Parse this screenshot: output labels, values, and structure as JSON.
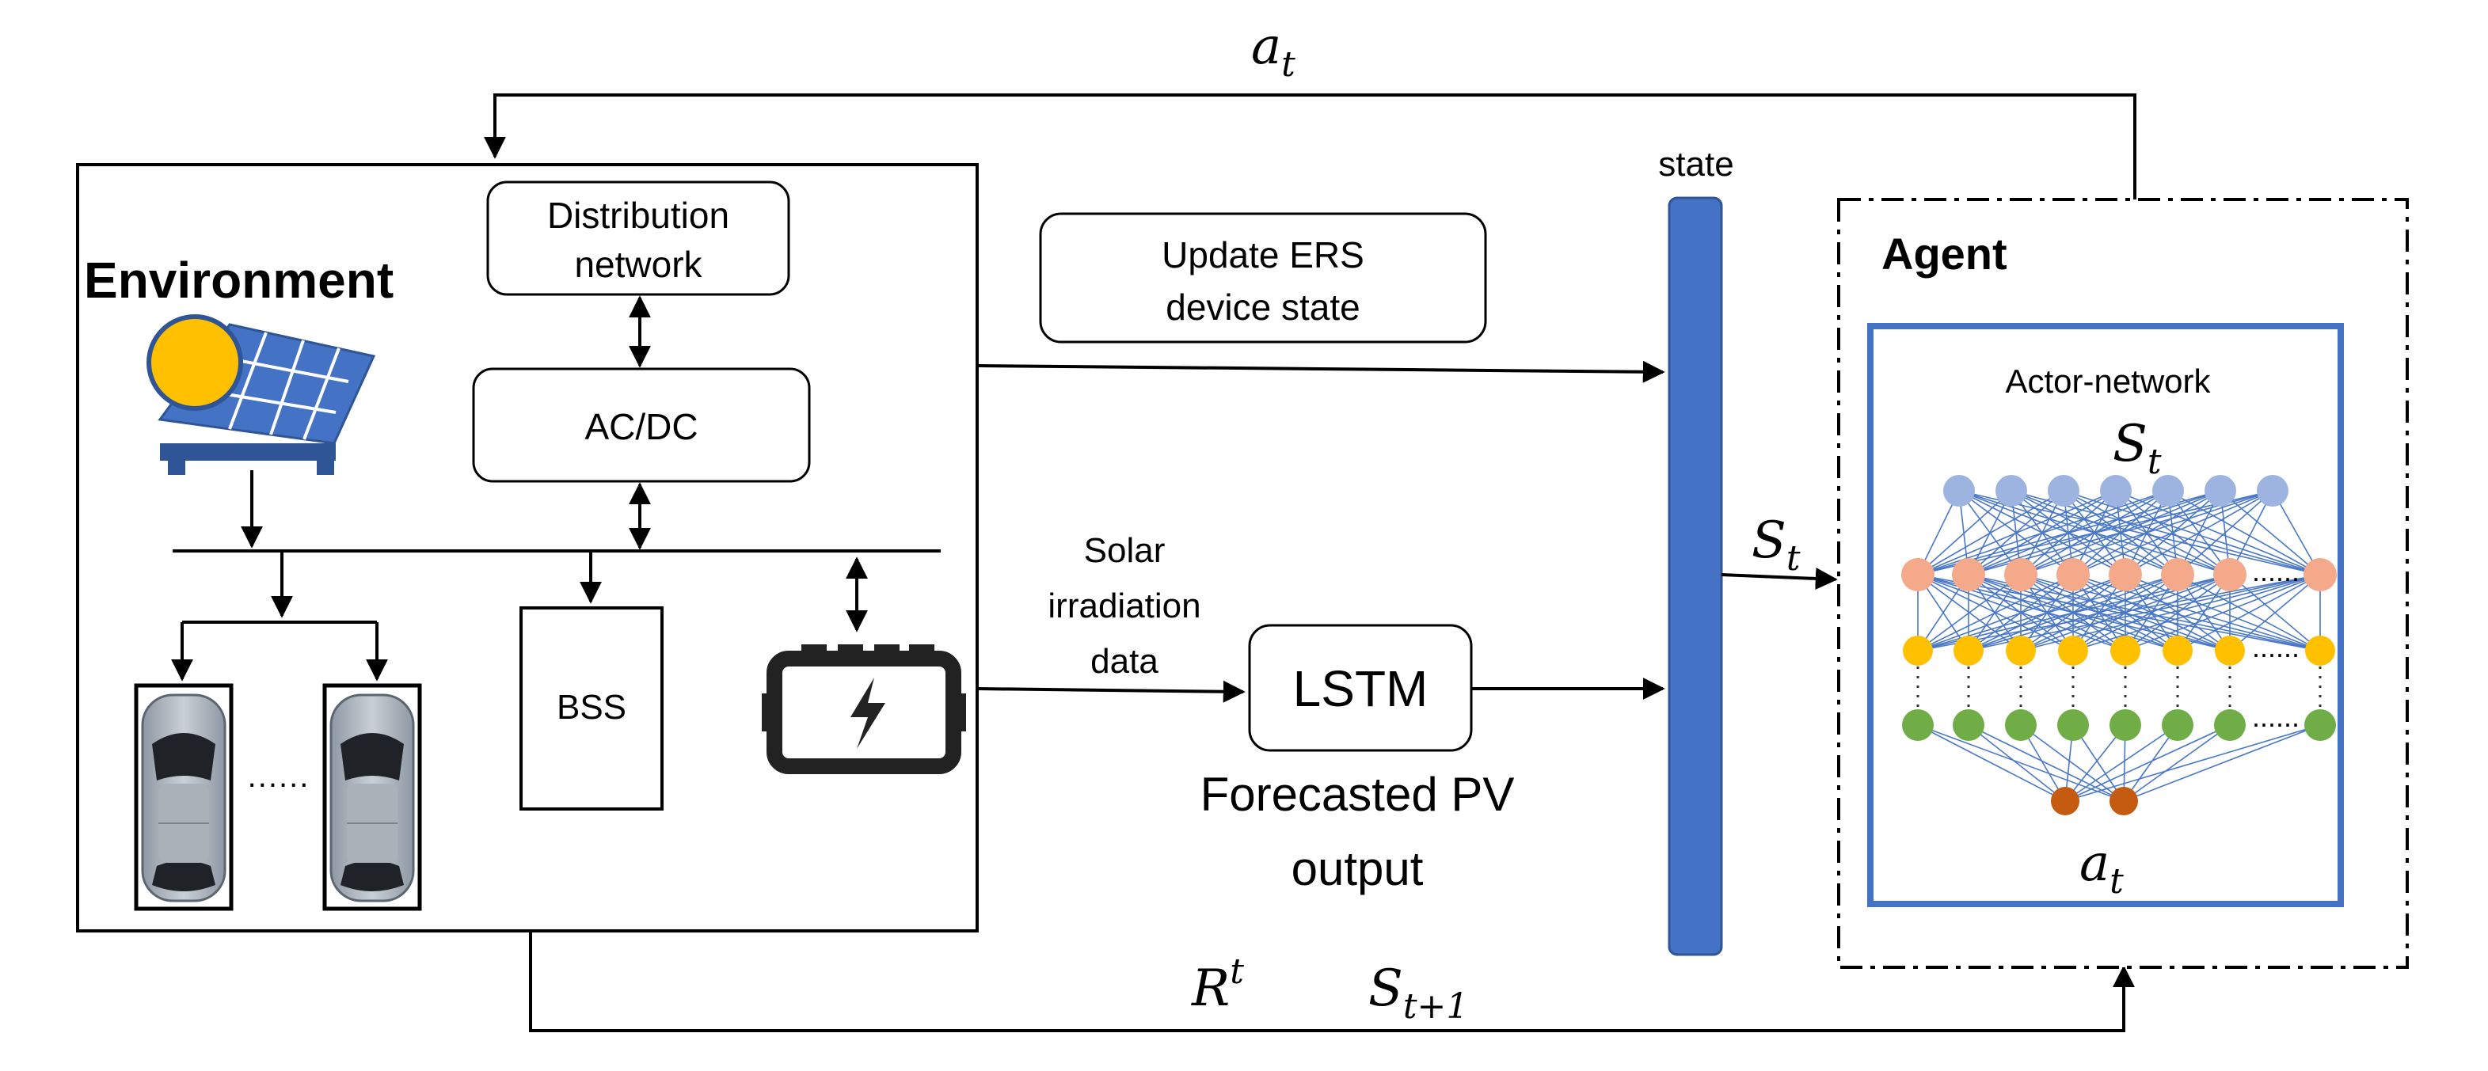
{
  "labels": {
    "environment": "Environment",
    "distribution_network_line1": "Distribution",
    "distribution_network_line2": "network",
    "acdc": "AC/DC",
    "bss": "BSS",
    "update_line1": "Update ERS",
    "update_line2": "device state",
    "solar_line1": "Solar",
    "solar_line2": "irradiation",
    "solar_line3": "data",
    "lstm": "LSTM",
    "forecast_line1": "Forecasted PV",
    "forecast_line2": "output",
    "state": "state",
    "agent": "Agent",
    "actor_network": "Actor-network",
    "car_dots": "......",
    "nn_dots": "......"
  },
  "math": {
    "a_t_top": {
      "base": "a",
      "sub": "t"
    },
    "s_t_mid": {
      "base": "S",
      "sub": "t"
    },
    "s_t_actor": {
      "base": "S",
      "sub": "t"
    },
    "a_t_actor": {
      "base": "a",
      "sub": "t"
    },
    "reward": {
      "base": "R",
      "sup": "t"
    },
    "s_next": {
      "base": "S",
      "sub": "t+1"
    }
  },
  "colors": {
    "state_bar": "#4472C4",
    "actor_box": "#4472C4",
    "sun": "#FFC000",
    "panel": "#4472C4",
    "nn_layer1": "#9DB3E0",
    "nn_layer2": "#F4A98A",
    "nn_layer3": "#FFC000",
    "nn_layer4": "#70AD47",
    "nn_output": "#C55A11",
    "nn_edges": "#4A78C8"
  }
}
